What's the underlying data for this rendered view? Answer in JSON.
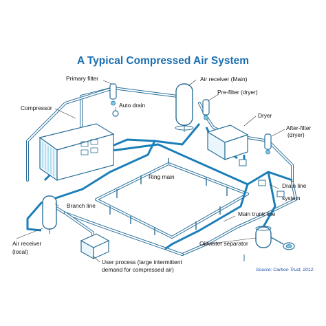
{
  "title": "A Typical Compressed Air System",
  "labels": {
    "primary_filter": "Primary filter",
    "air_receiver_main": "Air receiver (Main)",
    "pre_filter": "Pre-filter (dryer)",
    "compressor": "Compressor",
    "auto_drain": "Auto drain",
    "dryer": "Dryer",
    "after_filter_1": "After-filter",
    "after_filter_2": "(dryer)",
    "ring_main": "Ring main",
    "drain_line_1": "Drain line",
    "drain_line_2": "system",
    "branch_line": "Branch line",
    "main_trunk_line": "Main trunk line",
    "air_receiver_local_1": "Air receiver",
    "air_receiver_local_2": "(local)",
    "oil_water_separator": "Oil/water separator",
    "user_process_1": "User process (large intermittent",
    "user_process_2": "demand for compressed air)"
  },
  "source": "Source: Carbon Trust, 2012.",
  "colors": {
    "title": "#1b6fb0",
    "pipe_light": "#7cc9e6",
    "pipe_dark": "#1a7fb8",
    "outline": "#2a6f99",
    "fill": "#ffffff",
    "source": "#1b4fa8"
  }
}
